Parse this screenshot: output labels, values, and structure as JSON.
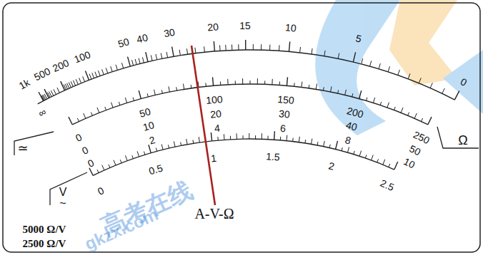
{
  "diagram": {
    "labels": [
      "∞",
      "1k",
      "500",
      "200",
      "100",
      "50",
      "40",
      "30",
      "20",
      "15",
      "10",
      "5",
      "0",
      "0",
      "50",
      "100",
      "150",
      "200",
      "250",
      "0",
      "10",
      "20",
      "30",
      "40",
      "50",
      "0",
      "2",
      "4",
      "6",
      "8",
      "10",
      "0",
      "0.5",
      "1",
      "1.5",
      "2",
      "2.5",
      "≃",
      "V",
      "~",
      "Ω",
      "A-V-Ω",
      "5000 Ω/V",
      "2500 Ω/V",
      "高考在线",
      "gkzx.com"
    ]
  }
}
